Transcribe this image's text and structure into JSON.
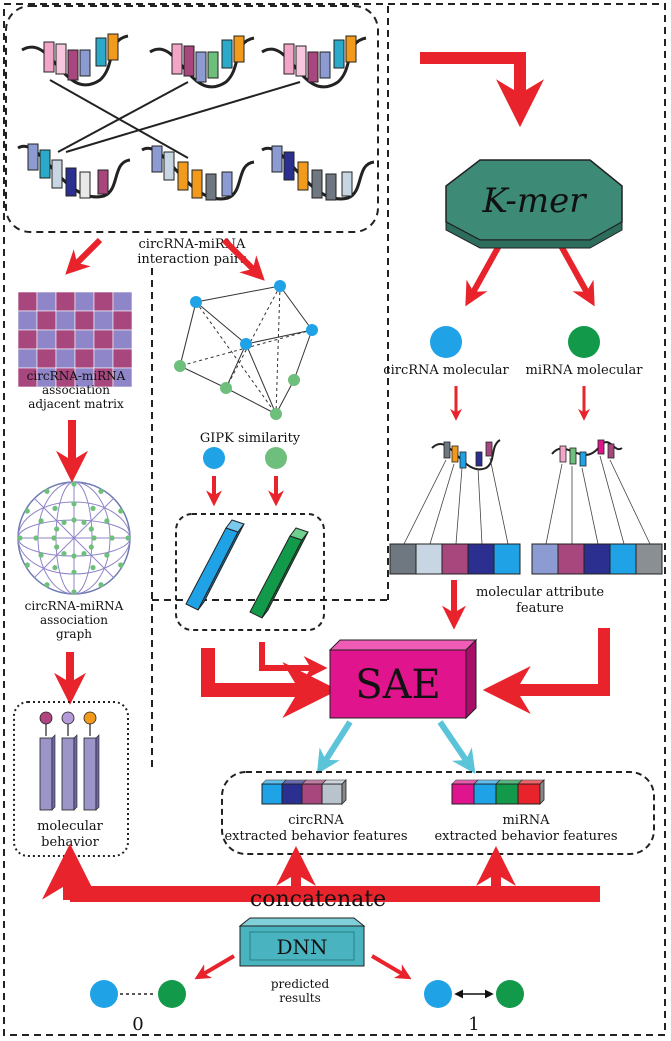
{
  "labels": {
    "interaction_pairs_1": "circRNA-miRNA",
    "interaction_pairs_2": "interaction pairs",
    "kmer": "K-mer",
    "circ_molecular": "circRNA molecular",
    "mirna_molecular": "miRNA molecular",
    "adj_matrix_1": "circRNA-miRNA",
    "adj_matrix_2": "association",
    "adj_matrix_3": "adjacent matrix",
    "gipk": "GIPK similarity",
    "assoc_graph_1": "circRNA-miRNA",
    "assoc_graph_2": "association",
    "assoc_graph_3": "graph",
    "attr_feature_1": "molecular attribute",
    "attr_feature_2": "feature",
    "sae": "SAE",
    "mol_behavior_1": "molecular",
    "mol_behavior_2": "behavior",
    "circ_extracted_1": "circRNA",
    "circ_extracted_2": "extracted behavior features",
    "mirna_extracted_1": "miRNA",
    "mirna_extracted_2": "extracted behavior features",
    "concatenate": "concatenate",
    "dnn": "DNN",
    "predicted_1": "predicted",
    "predicted_2": "results",
    "result_0": "0",
    "result_1": "1"
  },
  "colors": {
    "arrow_red": "#e8232b",
    "arrow_cyan": "#5bc4d8",
    "circ_blue": "#1fa3e6",
    "mirna_green": "#12994a",
    "node_green": "#6fbf7c",
    "kmer_fill": "#3d8a76",
    "sae_fill": "#e0148c",
    "dnn_fill": "#49b4c0",
    "matrix_a": "#a8467e",
    "matrix_b": "#8f85c9",
    "bar_purple": "#9b95c8"
  },
  "legend_bars": {
    "circ_feature_colors": [
      "#1fa3e6",
      "#2b2f8f",
      "#a8467e",
      "#b9c3cc"
    ],
    "mirna_feature_colors": [
      "#e0148c",
      "#1fa3e6",
      "#12994a",
      "#e8232b"
    ],
    "circ_attr_colors": [
      "#6f7780",
      "#c7d6e2",
      "#a8467e",
      "#2b2f8f",
      "#1fa3e6"
    ],
    "mirna_attr_colors": [
      "#8d9bd3",
      "#a8467e",
      "#2b2f8f",
      "#1fa3e6",
      "#8a8f94"
    ],
    "behavior_pin_colors": [
      "#b0467f",
      "#b49ad9",
      "#f29a1b"
    ]
  }
}
